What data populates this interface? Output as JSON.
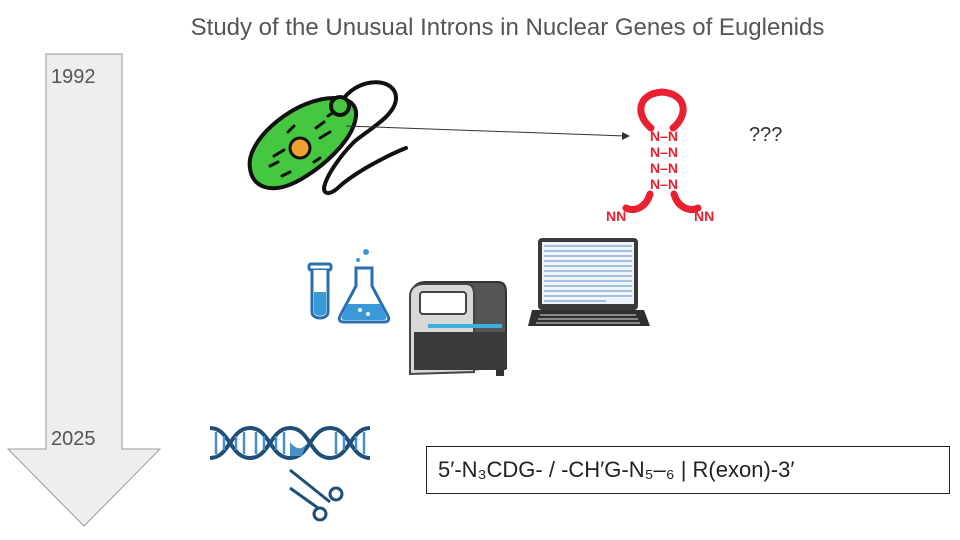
{
  "title": "Study of the Unusual Introns in Nuclear Genes of Euglenids",
  "timeline": {
    "start_year": "1992",
    "end_year": "2025"
  },
  "hairpin": {
    "pair_label": "N–N",
    "tail_label": "NN"
  },
  "question_marks": "???",
  "formula": "5′-N₃CDG- / -CH′G-N₅–₆ | R(exon)-3′",
  "colors": {
    "euglena_green": "#45c840",
    "hairpin_red": "#e8202f",
    "flask_blue": "#3a9ad9",
    "arrow_fill": "#eeeeee"
  },
  "icons": {
    "euglena": "euglena-cell-icon",
    "hairpin": "rna-hairpin-icon",
    "test_tube": "test-tube-icon",
    "flask": "flask-icon",
    "sequencer": "sequencer-machine-icon",
    "laptop": "laptop-icon",
    "dna": "dna-helix-icon",
    "scissors": "scissors-icon"
  }
}
